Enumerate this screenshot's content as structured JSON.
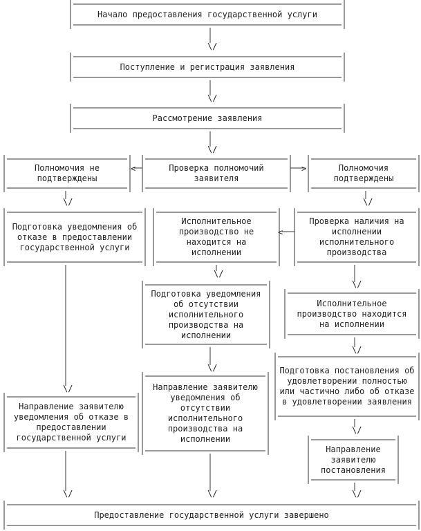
{
  "nodes": {
    "start": "Начало предоставления государственной услуги",
    "receive": "Поступление и регистрация заявления",
    "review": "Рассмотрение заявления",
    "check_authority": "Проверка полномочий заявителя",
    "not_confirmed": "Полномочия не подтверждены",
    "confirmed": "Полномочия подтверждены",
    "refusal_prep": "Подготовка уведомления об отказе в предоставлении государственной услуги",
    "not_executing": "Исполнительное производство не находится на исполнении",
    "check_execution": "Проверка наличия на исполнении исполнительного производства",
    "absence_prep": "Подготовка уведомления об отсутствии исполнительного производства на исполнении",
    "executing": "Исполнительное производство находится на исполнении",
    "send_refusal": "Направление  заявителю уведомления об отказе в предоставлении государственной услуги",
    "send_absence": "Направление заявителю уведомления об отсутствии исполнительного производства на исполнении",
    "resolution_prep": "Подготовка постановления об удовлетворении полностью или частично либо об отказе в удовлетворении заявления",
    "send_resolution": "Направление заявителю постановления",
    "finish": "Предоставление государственной услуги завершено"
  },
  "symbols": {
    "arrow_down": "\\/",
    "arrow_left": "<",
    "arrow_right": ">"
  }
}
